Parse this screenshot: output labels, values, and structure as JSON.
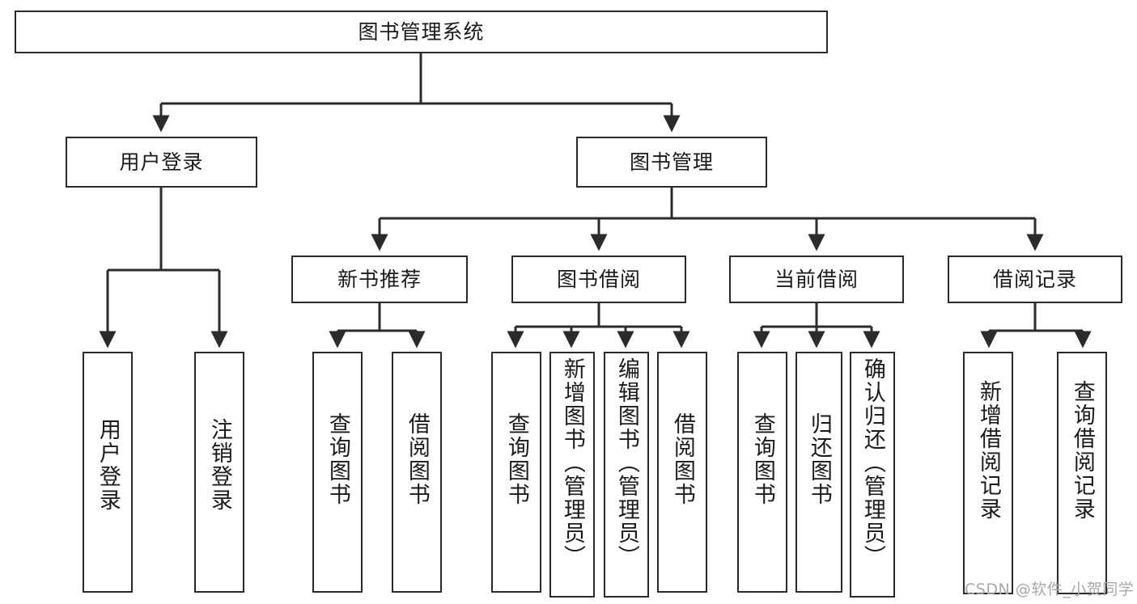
{
  "diagram": {
    "title": "图书管理系统",
    "type": "tree",
    "colors": {
      "node_border": "#2b2b2b",
      "node_fill": "#ffffff",
      "edge": "#2b2b2b",
      "text": "#1a1a1a",
      "watermark": "#a8a8a8",
      "background": "#ffffff"
    },
    "nodes": {
      "root": {
        "label": "图书管理系统",
        "level": 1,
        "orientation": "horizontal"
      },
      "l2": [
        {
          "id": "user_login",
          "label": "用户登录",
          "level": 2,
          "orientation": "horizontal"
        },
        {
          "id": "book_manage",
          "label": "图书管理",
          "level": 2,
          "orientation": "horizontal"
        }
      ],
      "l3": [
        {
          "id": "new_book_rec",
          "label": "新书推荐",
          "level": 3,
          "orientation": "horizontal",
          "parent": "book_manage"
        },
        {
          "id": "book_borrow",
          "label": "图书借阅",
          "level": 3,
          "orientation": "horizontal",
          "parent": "book_manage"
        },
        {
          "id": "current_borrow",
          "label": "当前借阅",
          "level": 3,
          "orientation": "horizontal",
          "parent": "book_manage"
        },
        {
          "id": "borrow_record",
          "label": "借阅记录",
          "level": 3,
          "orientation": "horizontal",
          "parent": "book_manage"
        }
      ],
      "leaves": [
        {
          "id": "leaf_user_login",
          "label": "用户登录",
          "parent": "user_login",
          "orientation": "vertical"
        },
        {
          "id": "leaf_logout",
          "label": "注销登录",
          "parent": "user_login",
          "orientation": "vertical"
        },
        {
          "id": "leaf_query_book_1",
          "label": "查询图书",
          "parent": "new_book_rec",
          "orientation": "vertical"
        },
        {
          "id": "leaf_borrow_book_1",
          "label": "借阅图书",
          "parent": "new_book_rec",
          "orientation": "vertical"
        },
        {
          "id": "leaf_query_book_2",
          "label": "查询图书",
          "parent": "book_borrow",
          "orientation": "vertical"
        },
        {
          "id": "leaf_add_book",
          "label": "新增图书（管理员）",
          "parent": "book_borrow",
          "orientation": "vertical"
        },
        {
          "id": "leaf_edit_book",
          "label": "编辑图书（管理员）",
          "parent": "book_borrow",
          "orientation": "vertical"
        },
        {
          "id": "leaf_borrow_book_2",
          "label": "借阅图书",
          "parent": "book_borrow",
          "orientation": "vertical"
        },
        {
          "id": "leaf_query_book_3",
          "label": "查询图书",
          "parent": "current_borrow",
          "orientation": "vertical"
        },
        {
          "id": "leaf_return_book",
          "label": "归还图书",
          "parent": "current_borrow",
          "orientation": "vertical"
        },
        {
          "id": "leaf_confirm_return",
          "label": "确认归还（管理员）",
          "parent": "current_borrow",
          "orientation": "vertical"
        },
        {
          "id": "leaf_add_record",
          "label": "新增借阅记录",
          "parent": "borrow_record",
          "orientation": "vertical"
        },
        {
          "id": "leaf_query_record",
          "label": "查询借阅记录",
          "parent": "borrow_record",
          "orientation": "vertical"
        }
      ]
    },
    "watermark": "CSDN @软件_小贺同学"
  }
}
